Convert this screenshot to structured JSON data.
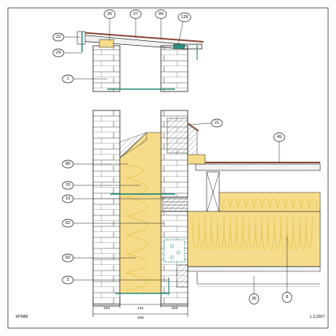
{
  "drawing_code": "M7MM",
  "date": "1.3.2007",
  "dimensions": {
    "left": "108",
    "middle": "132",
    "right": "108",
    "total": "348"
  },
  "callouts": [
    "22",
    "24",
    "26",
    "27",
    "84",
    "126",
    "1",
    "21",
    "49",
    "80",
    "70",
    "19",
    "62",
    "60",
    "2",
    "36",
    "8"
  ],
  "colors": {
    "insulation": "#f6dc8a",
    "insulation_line": "#e6c04a",
    "membrane": "#2f8f7f",
    "roof": "#8a4a3a",
    "line": "#1a1a1a"
  }
}
